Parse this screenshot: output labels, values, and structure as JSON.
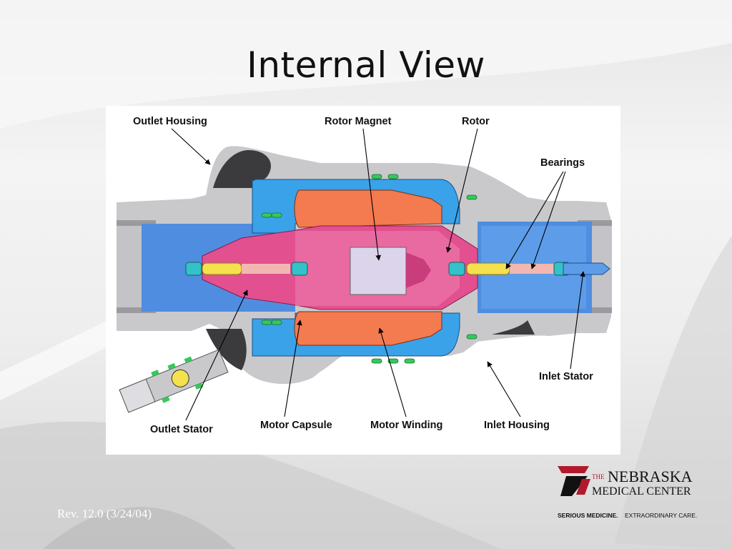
{
  "slide": {
    "title": "Internal View",
    "footer_revision": "Rev. 12.0 (3/24/04)"
  },
  "diagram": {
    "labels": {
      "outlet_housing": "Outlet Housing",
      "rotor_magnet": "Rotor Magnet",
      "rotor": "Rotor",
      "bearings": "Bearings",
      "inlet_stator": "Inlet Stator",
      "inlet_housing": "Inlet Housing",
      "motor_winding": "Motor Winding",
      "motor_capsule": "Motor Capsule",
      "outlet_stator": "Outlet Stator"
    },
    "colors": {
      "housing": "#c9c9cc",
      "housing_dark": "#3b3b3d",
      "blue_part": "#3aa2e8",
      "flow_channel": "#4f8de0",
      "rotor": "#e2508f",
      "winding": "#f47a4f",
      "magnet": "#dcd4ea",
      "bearing": "#f5e04e",
      "seal": "#35c95a"
    }
  },
  "logo": {
    "the": "THE",
    "name_line1": "NEBRASKA",
    "name_line2": "MEDICAL CENTER",
    "tagline_bold": "SERIOUS MEDICINE.",
    "tagline_rest": "EXTRAORDINARY CARE."
  }
}
